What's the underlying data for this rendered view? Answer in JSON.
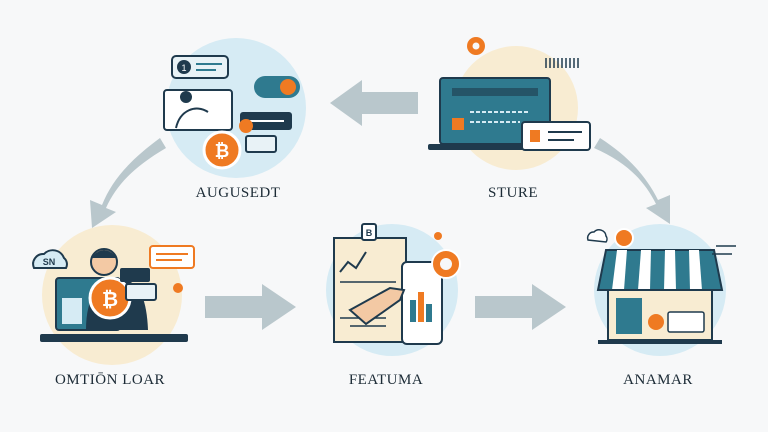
{
  "steps": [
    {
      "label": "AUGUSEDT"
    },
    {
      "label": "STURE"
    },
    {
      "label": "OMTIŌN LOAR"
    },
    {
      "label": "FEATUMA"
    },
    {
      "label": "ANAMAR"
    }
  ],
  "icon_text": {
    "phone_number": "1",
    "cloud_tag": "SN",
    "doc_tag": "B"
  },
  "colors": {
    "navy": "#1f3a4d",
    "teal": "#2f7a8f",
    "orange": "#ef7a22",
    "circle_blue": "#d6ebf4",
    "circle_cream": "#f8ecd2",
    "arrow": "#b9c7cc"
  }
}
